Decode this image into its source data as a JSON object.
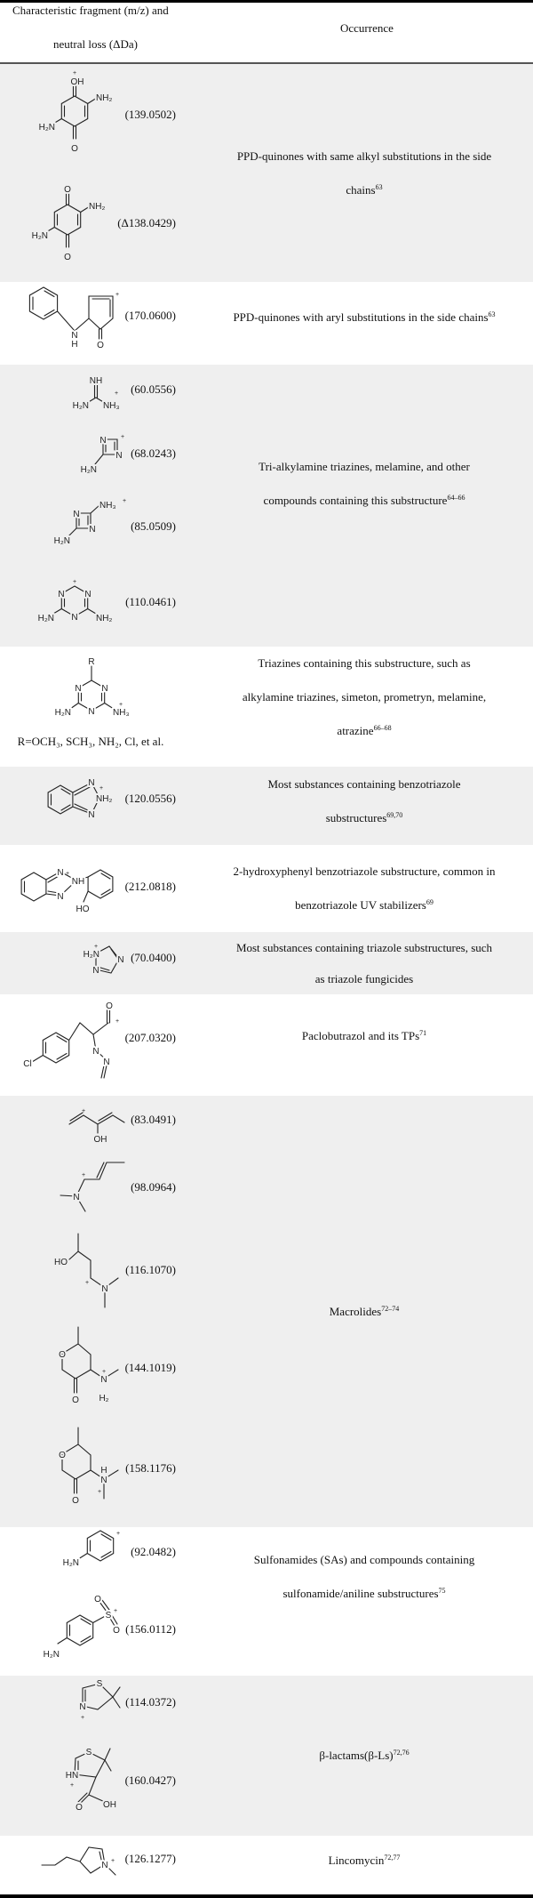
{
  "header": {
    "col1_line1": "Characteristic fragment (m/z) and",
    "col1_line2": "neutral loss (ΔDa)",
    "col2": "Occurrence"
  },
  "rows": [
    {
      "occurrence": {
        "lines": [
          "PPD-quinones with same alkyl substitutions in the side",
          "chains"
        ],
        "ref": "63"
      },
      "fragments": [
        {
          "mass": "(139.0502)",
          "atoms": [
            "OH",
            "NH₂",
            "H₂N",
            "O",
            "+"
          ]
        },
        {
          "mass": "(Δ138.0429)",
          "atoms": [
            "O",
            "NH₂",
            "H₂N",
            "O"
          ]
        }
      ]
    },
    {
      "occurrence": {
        "lines": [
          "PPD-quinones with aryl substitutions in the side chains"
        ],
        "ref": "63"
      },
      "fragments": [
        {
          "mass": "(170.0600)",
          "atoms": [
            "N",
            "H",
            "O",
            "+"
          ]
        }
      ]
    },
    {
      "occurrence": {
        "lines": [
          "Tri-alkylamine triazines, melamine, and other",
          "compounds containing this substructure"
        ],
        "ref": "64–66"
      },
      "fragments": [
        {
          "mass": "(60.0556)",
          "atoms": [
            "NH",
            "H₂N",
            "NH₃",
            "+"
          ]
        },
        {
          "mass": "(68.0243)",
          "atoms": [
            "N",
            "N",
            "H₂N",
            "+"
          ]
        },
        {
          "mass": "(85.0509)",
          "atoms": [
            "NH₃",
            "N",
            "N",
            "H₂N",
            "+"
          ]
        },
        {
          "mass": "(110.0461)",
          "atoms": [
            "N",
            "N",
            "N",
            "H₂N",
            "NH₂",
            "+"
          ]
        }
      ]
    },
    {
      "occurrence": {
        "lines": [
          "Triazines containing this substructure, such as",
          "alkylamine triazines, simeton, prometryn, melamine,",
          "atrazine"
        ],
        "ref": "66–68"
      },
      "fragments": [
        {
          "mass": "",
          "atoms": [
            "R",
            "N",
            "N",
            "N",
            "H₂N",
            "NH₃",
            "+"
          ],
          "note": "R=OCH₃, SCH₃, NH₂, Cl, et al."
        }
      ]
    },
    {
      "occurrence": {
        "lines": [
          "Most substances containing benzotriazole",
          "substructures"
        ],
        "ref": "69,70"
      },
      "fragments": [
        {
          "mass": "(120.0556)",
          "atoms": [
            "N",
            "NH₂",
            "N",
            "+"
          ]
        }
      ]
    },
    {
      "occurrence": {
        "lines": [
          "2-hydroxyphenyl benzotriazole substructure, common in",
          "benzotriazole UV stabilizers"
        ],
        "ref": "69"
      },
      "fragments": [
        {
          "mass": "(212.0818)",
          "atoms": [
            "N",
            "NH",
            "N",
            "HO",
            "+"
          ]
        }
      ]
    },
    {
      "occurrence": {
        "lines": [
          "Most substances containing triazole substructures, such",
          "as triazole fungicides"
        ],
        "ref": ""
      },
      "fragments": [
        {
          "mass": "(70.0400)",
          "atoms": [
            "H₂N",
            "N",
            "N",
            "+"
          ]
        }
      ]
    },
    {
      "occurrence": {
        "lines": [
          "Paclobutrazol and its TPs"
        ],
        "ref": "71"
      },
      "fragments": [
        {
          "mass": "(207.0320)",
          "atoms": [
            "Cl",
            "O",
            "N",
            "N",
            "+"
          ]
        }
      ]
    },
    {
      "occurrence": {
        "lines": [
          "Macrolides"
        ],
        "ref": "72–74"
      },
      "fragments": [
        {
          "mass": "(83.0491)",
          "atoms": [
            "OH",
            "+"
          ]
        },
        {
          "mass": "(98.0964)",
          "atoms": [
            "N",
            "+"
          ]
        },
        {
          "mass": "(116.1070)",
          "atoms": [
            "HO",
            "N",
            "+"
          ]
        },
        {
          "mass": "(144.1019)",
          "atoms": [
            "O",
            "O",
            "N",
            "H₂",
            "+"
          ]
        },
        {
          "mass": "(158.1176)",
          "atoms": [
            "O",
            "O",
            "N",
            "H",
            "+"
          ]
        }
      ]
    },
    {
      "occurrence": {
        "lines": [
          "Sulfonamides (SAs) and compounds containing",
          "sulfonamide/aniline substructures"
        ],
        "ref": "75"
      },
      "fragments": [
        {
          "mass": "(92.0482)",
          "atoms": [
            "H₂N",
            "+"
          ]
        },
        {
          "mass": "(156.0112)",
          "atoms": [
            "S",
            "O",
            "O",
            "H₂N",
            "+"
          ]
        }
      ]
    },
    {
      "occurrence": {
        "lines": [
          "β-lactams(β-Ls)"
        ],
        "ref": "72,76"
      },
      "fragments": [
        {
          "mass": "(114.0372)",
          "atoms": [
            "S",
            "N",
            "+"
          ]
        },
        {
          "mass": "(160.0427)",
          "atoms": [
            "S",
            "HN",
            "O",
            "OH",
            "+"
          ]
        }
      ]
    },
    {
      "occurrence": {
        "lines": [
          "Lincomycin"
        ],
        "ref": "72,77"
      },
      "fragments": [
        {
          "mass": "(126.1277)",
          "atoms": [
            "N",
            "+"
          ]
        }
      ]
    }
  ]
}
